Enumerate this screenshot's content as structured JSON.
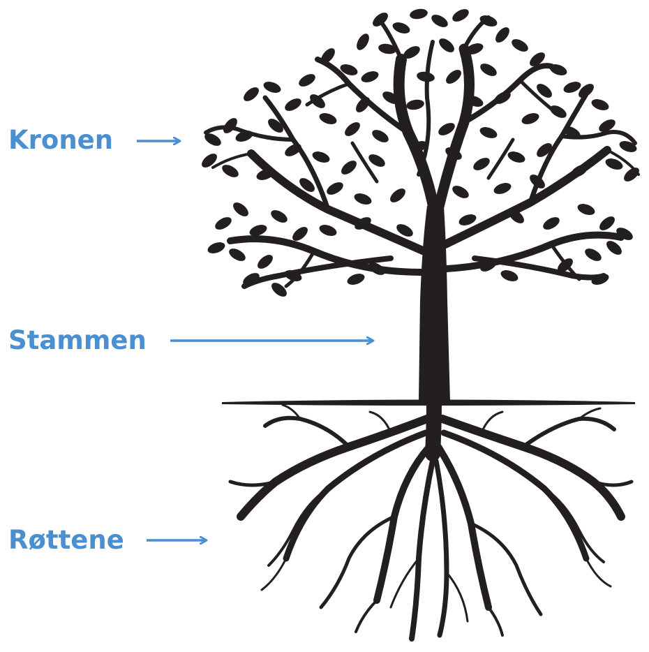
{
  "diagram": {
    "labels": {
      "crown": "Kronen",
      "trunk": "Stammen",
      "roots": "Røttene"
    }
  },
  "colors": {
    "label_text": "#4a8fd0",
    "arrow": "#4a8fd0",
    "tree": "#231f20",
    "background": "#ffffff"
  }
}
